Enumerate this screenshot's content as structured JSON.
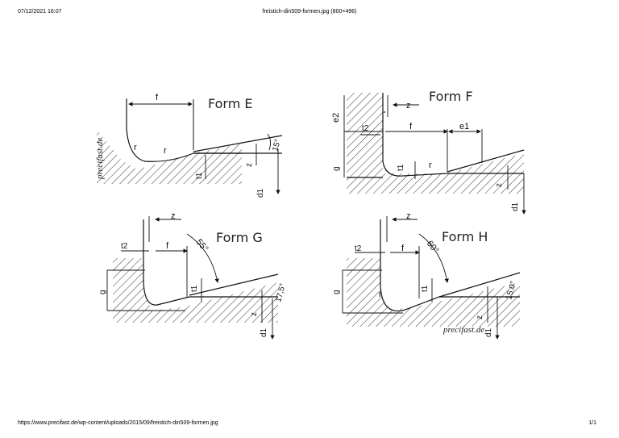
{
  "header": {
    "datetime": "07/12/2021 16:07",
    "document_title": "freistich-din509-formen.jpg (800×496)"
  },
  "footer": {
    "url": "https://www.precifast.de/wp-content/uploads/2015/09/freistich-din509-formen.jpg",
    "page": "1/1"
  },
  "figure": {
    "form_e": {
      "title": "Form E",
      "watermark": "precifast.de",
      "f": "f",
      "r1": "r",
      "r2": "r",
      "angle": "15°",
      "t1": "t1",
      "z": "z",
      "d1": "d1"
    },
    "form_f": {
      "title": "Form F",
      "z": "z",
      "e2": "e2",
      "t2": "t2",
      "f": "f",
      "e1": "e1",
      "g": "g",
      "t1": "t1",
      "r": "r",
      "z2": "z",
      "d1": "d1"
    },
    "form_g": {
      "title": "Form G",
      "z": "z",
      "t2": "t2",
      "f": "f",
      "angle_top": "55°",
      "g": "g",
      "t1": "t1",
      "angle": "17,5°",
      "z2": "z",
      "d1": "d1"
    },
    "form_h": {
      "title": "Form H",
      "watermark": "precifast.de",
      "z": "z",
      "t2": "t2",
      "f": "f",
      "angle_top": "60°",
      "g": "g",
      "t1": "t1",
      "r": "r",
      "angle": "15,0°",
      "z2": "z",
      "d1": "d1"
    }
  }
}
